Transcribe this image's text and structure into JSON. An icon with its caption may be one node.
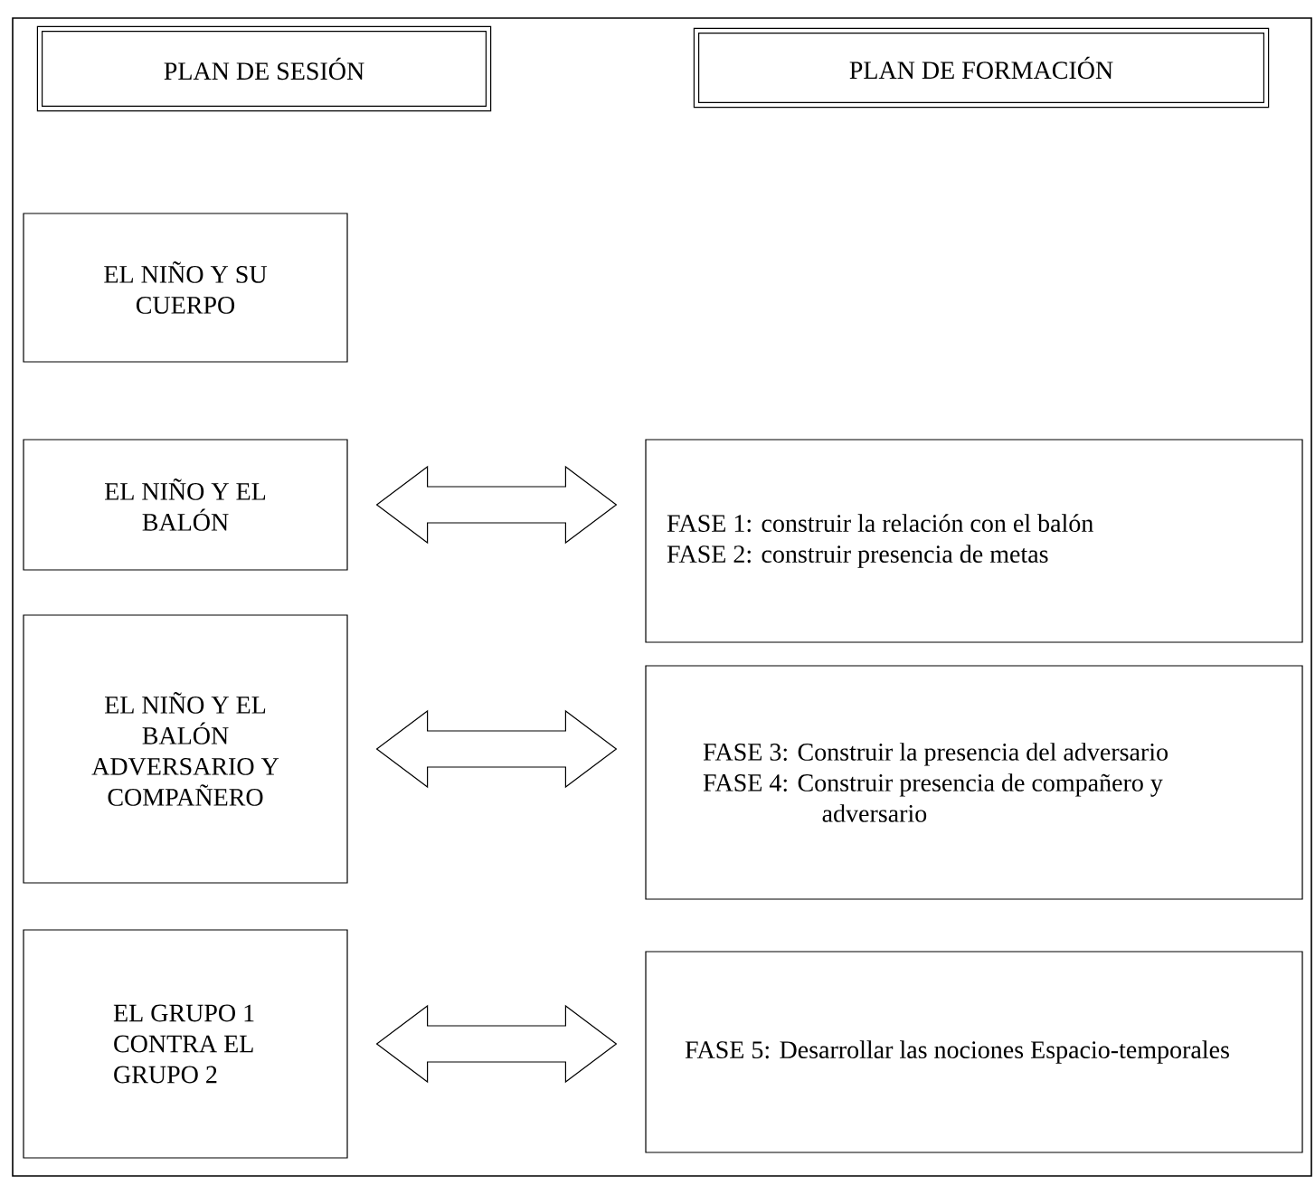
{
  "diagram": {
    "nodes": [
      {
        "text": [
          "PLAN DE SESIÓN"
        ]
      },
      {
        "text": [
          "PLAN DE FORMACIÓN"
        ]
      },
      {
        "text": [
          "EL NIÑO Y SU CUERPO"
        ]
      },
      {
        "text": [
          "EL NIÑO Y EL BALÓN"
        ]
      },
      {
        "text": [
          "FASE 1: construir la relación con el balón",
          "FASE 2: construir presencia de metas"
        ]
      },
      {
        "text": [
          "EL NIÑO Y EL BALÓN ADVERSARIO Y COMPAÑERO"
        ]
      },
      {
        "text": [
          "FASE 3: Construir la presencia del adversario",
          "FASE 4: Construir presencia de compañero y adversario"
        ]
      },
      {
        "text": [
          "EL GRUPO 1 CONTRA EL GRUPO 2"
        ]
      },
      {
        "text": [
          "FASE 5: Desarrollar las nociones Espacio-temporales"
        ]
      }
    ],
    "edges": [
      {
        "from": 3,
        "to": 4,
        "arrow": "both"
      },
      {
        "from": 5,
        "to": 6,
        "arrow": "both"
      },
      {
        "from": 7,
        "to": 8,
        "arrow": "both"
      }
    ]
  }
}
